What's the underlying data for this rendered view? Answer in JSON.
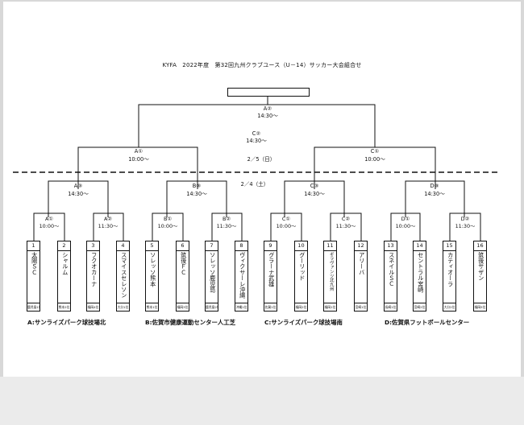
{
  "title": "KYFA　2022年度　第32回九州クラブユース（U－14）サッカー大会組合せ",
  "final": {
    "label": "A②",
    "time": "14:30～"
  },
  "third": {
    "label": "C②",
    "time": "14:30～"
  },
  "semis": [
    {
      "label": "A①",
      "time": "10:00～"
    },
    {
      "label": "C①",
      "time": "10:00～"
    }
  ],
  "day2_date": "2／5（日）",
  "day1_date": "2／4（土）",
  "qf": [
    {
      "label": "A③",
      "time": "14:30～"
    },
    {
      "label": "B③",
      "time": "14:30～"
    },
    {
      "label": "C③",
      "time": "14:30～"
    },
    {
      "label": "D③",
      "time": "14:30～"
    }
  ],
  "r1": [
    {
      "label": "A①",
      "time": "10:00～"
    },
    {
      "label": "A②",
      "time": "11:30～"
    },
    {
      "label": "B①",
      "time": "10:00～"
    },
    {
      "label": "B②",
      "time": "11:30～"
    },
    {
      "label": "C①",
      "time": "10:00～"
    },
    {
      "label": "C②",
      "time": "11:30～"
    },
    {
      "label": "D①",
      "time": "10:00～"
    },
    {
      "label": "D②",
      "time": "11:30～"
    }
  ],
  "teams": [
    {
      "num": "1",
      "name": "太陽ＳＣ",
      "pref": "鹿児島1位"
    },
    {
      "num": "2",
      "name": "シャルム",
      "pref": "熊本2位"
    },
    {
      "num": "3",
      "name": "フクオカーナ",
      "pref": "福岡4位"
    },
    {
      "num": "4",
      "name": "スマイスセレソン",
      "pref": "大分1位"
    },
    {
      "num": "5",
      "name": "ソレッソ熊本",
      "pref": "熊本1位"
    },
    {
      "num": "6",
      "name": "筑後ＦＣ",
      "pref": "福岡3位"
    },
    {
      "num": "7",
      "name": "ソレッソ鹿児島",
      "pref": "鹿児島2位"
    },
    {
      "num": "8",
      "name": "ヴィクサーレ沖縄",
      "pref": "沖縄1位"
    },
    {
      "num": "9",
      "name": "グラーナ武雄",
      "pref": "佐賀1位"
    },
    {
      "num": "10",
      "name": "グーリッド",
      "pref": "福岡2位"
    },
    {
      "num": "11",
      "name": "ギラヴァンツ北九州",
      "pref": "福岡1位"
    },
    {
      "num": "12",
      "name": "アリーバ",
      "pref": "宮崎1位"
    },
    {
      "num": "13",
      "name": "スネイルＳＣ",
      "pref": "長崎1位"
    },
    {
      "num": "14",
      "name": "セントラル宮崎",
      "pref": "宮崎2位"
    },
    {
      "num": "15",
      "name": "カティオーラ",
      "pref": "大分2位"
    },
    {
      "num": "16",
      "name": "筑後サザン",
      "pref": "福岡5位"
    }
  ],
  "venues": [
    "A:サンライズパーク球技場北",
    "B:佐賀市健康運動センター人工芝",
    "C:サンライズパーク球技場南",
    "D:佐賀県フットボールセンター"
  ]
}
